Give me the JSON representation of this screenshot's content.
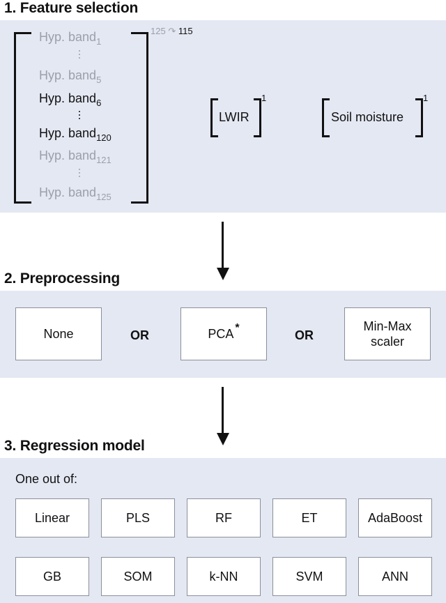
{
  "feature_selection": {
    "heading": "1. Feature selection",
    "count_from": "125",
    "count_arrow": "↷",
    "count_to": "115",
    "bands": [
      {
        "text": "Hyp. band",
        "sub": "1"
      },
      {
        "text": "Hyp. band",
        "sub": "5"
      },
      {
        "text": "Hyp. band",
        "sub": "6"
      },
      {
        "text": "Hyp. band",
        "sub": "120"
      },
      {
        "text": "Hyp. band",
        "sub": "121"
      },
      {
        "text": "Hyp. band",
        "sub": "125"
      }
    ],
    "lwir": {
      "label": "LWIR",
      "dim": "1"
    },
    "soil": {
      "label": "Soil moisture",
      "dim": "1"
    }
  },
  "preprocessing": {
    "heading": "2. Preprocessing",
    "options": [
      "None",
      "PCA",
      "Min-Max\nscaler"
    ],
    "pca_mark": "*",
    "or_label": "OR"
  },
  "regression": {
    "heading": "3. Regression model",
    "intro": "One out of:",
    "models": [
      "Linear",
      "PLS",
      "RF",
      "ET",
      "AdaBoost",
      "GB",
      "SOM",
      "k-NN",
      "SVM",
      "ANN"
    ]
  },
  "colors": {
    "panel": "#e4e8f3",
    "greyed": "#9aa0aa",
    "text": "#111111"
  }
}
